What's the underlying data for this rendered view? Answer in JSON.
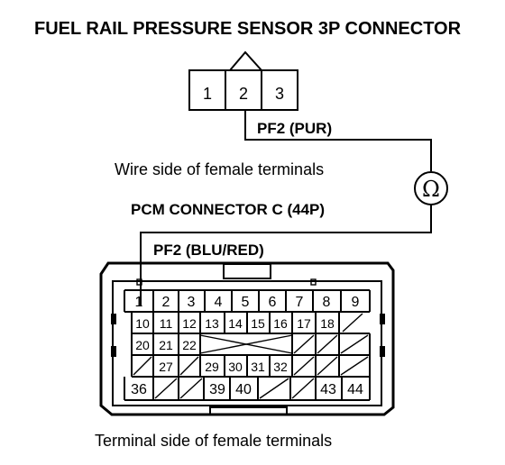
{
  "title": "FUEL RAIL PRESSURE SENSOR 3P CONNECTOR",
  "sensor_connector": {
    "terminals": [
      "1",
      "2",
      "3"
    ]
  },
  "wire_pf2_pur": "PF2 (PUR)",
  "wire_side_label": "Wire side of female terminals",
  "ohm_symbol": "Ω",
  "pcm_connector_label": "PCM CONNECTOR C (44P)",
  "wire_pf2_blu_red": "PF2 (BLU/RED)",
  "pcm_terminals": {
    "row1": [
      "1",
      "2",
      "3",
      "4",
      "5",
      "6",
      "7",
      "8",
      "9"
    ],
    "row2": [
      "10",
      "11",
      "12",
      "13",
      "14",
      "15",
      "16",
      "17",
      "18"
    ],
    "row3": [
      "20",
      "21",
      "22"
    ],
    "row4": [
      "27",
      "29",
      "30",
      "31",
      "32"
    ],
    "row5": [
      "36",
      "39",
      "40",
      "43",
      "44"
    ]
  },
  "terminal_side_label": "Terminal side of female terminals"
}
